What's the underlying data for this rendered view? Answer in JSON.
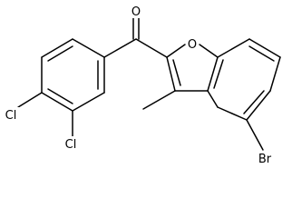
{
  "molecule": {
    "atoms": {
      "carbonyl_oxygen": "O",
      "furan_oxygen": "O",
      "bromine": "Br",
      "chlorine_upper": "Cl",
      "chlorine_lower": "Cl"
    }
  }
}
